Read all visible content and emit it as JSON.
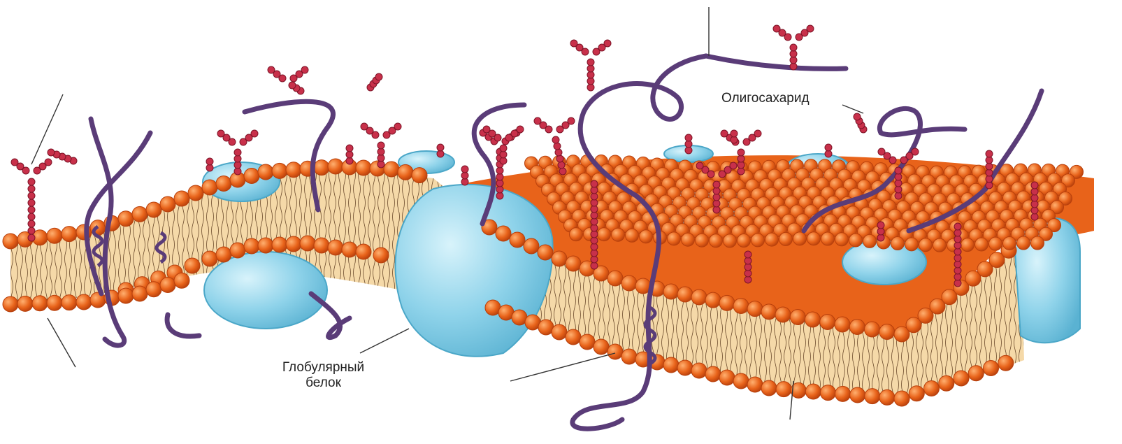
{
  "labels": {
    "oligosaccharide": "Олигосахарид",
    "globular_protein_line1": "Глобулярный",
    "globular_protein_line2": "белок"
  },
  "colors": {
    "phospholipid_head": "#e8631a",
    "phospholipid_head_stroke": "#b8400c",
    "lipid_tail_layer": "#f5d9a8",
    "protein": "#8fd3ea",
    "protein_stroke": "#4ba7c8",
    "peptide_chain": "#5a3c78",
    "glycan_bead": "#c8304a",
    "glycan_bead_stroke": "#7d1427",
    "pointer_line": "#333333"
  },
  "icons": [
    "fluid-mosaic-membrane-illustration"
  ]
}
